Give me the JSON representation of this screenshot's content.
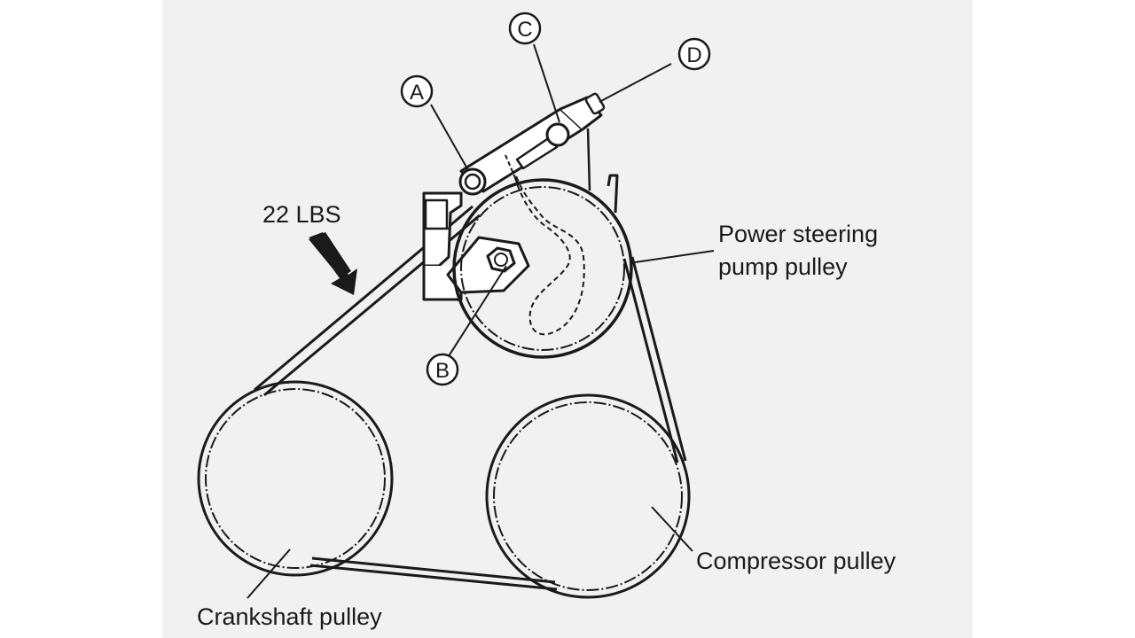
{
  "labels": {
    "force": "22 LBS",
    "power_steering_line1": "Power steering",
    "power_steering_line2": "pump pulley",
    "compressor": "Compressor pulley",
    "crankshaft": "Crankshaft pulley"
  },
  "callouts": {
    "a": "A",
    "b": "B",
    "c": "C",
    "d": "D"
  },
  "colors": {
    "background_panel": "#f1f1f1",
    "ink": "#1a1a1a"
  }
}
